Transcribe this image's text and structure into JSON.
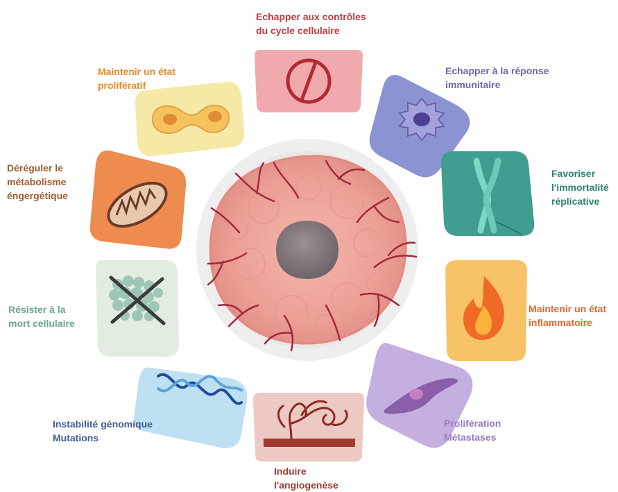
{
  "colors": {
    "cycle": "#c0393e",
    "immune": "#6e64b5",
    "immortal": "#2f8070",
    "inflam": "#e6652a",
    "metast": "#9a7ac4",
    "angio": "#9e3b2d",
    "genomic": "#3d5c94",
    "death": "#6aa58e",
    "metab": "#a05a2e",
    "prolif": "#e88a2a"
  },
  "hallmarks": {
    "cycle": {
      "line1": "Echapper aux contrôles",
      "line2": "du cycle cellulaire",
      "icon": "stop-sign-icon"
    },
    "immune": {
      "line1": "Echapper à la réponse",
      "line2": "immunitaire",
      "icon": "immune-cell-icon"
    },
    "immortal": {
      "line1": "Favoriser",
      "line2": "l'immortalité",
      "line3": "réplicative",
      "icon": "chromosome-icon"
    },
    "inflam": {
      "line1": "Maintenir un état",
      "line2": "inflammatoire",
      "icon": "flame-icon"
    },
    "metast": {
      "line1": "Prolifération",
      "line2": "Métastases",
      "icon": "migrating-cell-icon"
    },
    "angio": {
      "line1": "Induire",
      "line2": "l'angiogenèse",
      "icon": "blood-vessel-icon"
    },
    "genomic": {
      "line1": "Instabilité génomique",
      "line2": "Mutations",
      "icon": "dna-icon"
    },
    "death": {
      "line1": "Résister à la",
      "line2": "mort cellulaire",
      "icon": "crossed-cell-icon"
    },
    "metab": {
      "line1": "Déréguler le",
      "line2": "métabolisme",
      "line3": "éngergétique",
      "icon": "mitochondrion-icon"
    },
    "prolif": {
      "line1": "Maintenir un état",
      "line2": "prolifératif",
      "icon": "dividing-cell-icon"
    }
  },
  "center": {
    "icon": "tumor-icon"
  }
}
